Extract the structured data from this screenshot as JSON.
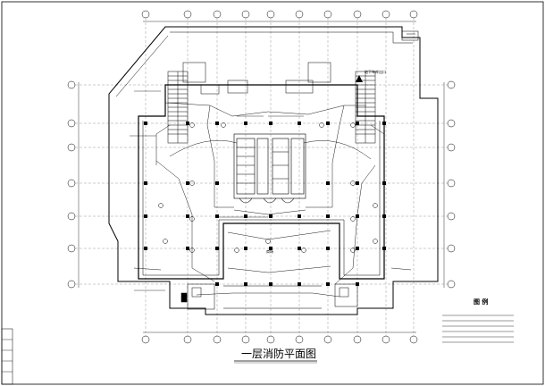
{
  "drawing": {
    "title": "一层消防平面图",
    "legend_title": "图 例",
    "note_stair": "地下车库出口",
    "area_label": "商场"
  }
}
